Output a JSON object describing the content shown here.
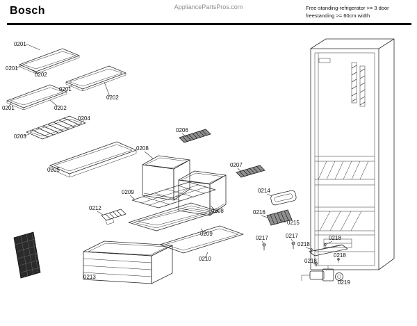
{
  "header": {
    "brand": "Bosch",
    "site": "AppliancePartsPros.com",
    "category_line1": "Free-standing-refrigerator >= 3 door",
    "category_line2": "freestanding >= 60cm width"
  },
  "colors": {
    "line": "#2a2a2a",
    "text": "#000000",
    "muted_text": "#8c8c8c"
  },
  "diagram": {
    "labels": {
      "0201": "0201",
      "0202": "0202",
      "0203": "0203",
      "0204": "0204",
      "0205": "0205",
      "0206": "0206",
      "0207": "0207",
      "0208": "0208",
      "0209": "0209",
      "0210": "0210",
      "0212": "0212",
      "0213": "0213",
      "0214": "0214",
      "0215": "0215",
      "0216": "0216",
      "0217": "0217",
      "0218": "0218",
      "0219": "0219"
    }
  }
}
